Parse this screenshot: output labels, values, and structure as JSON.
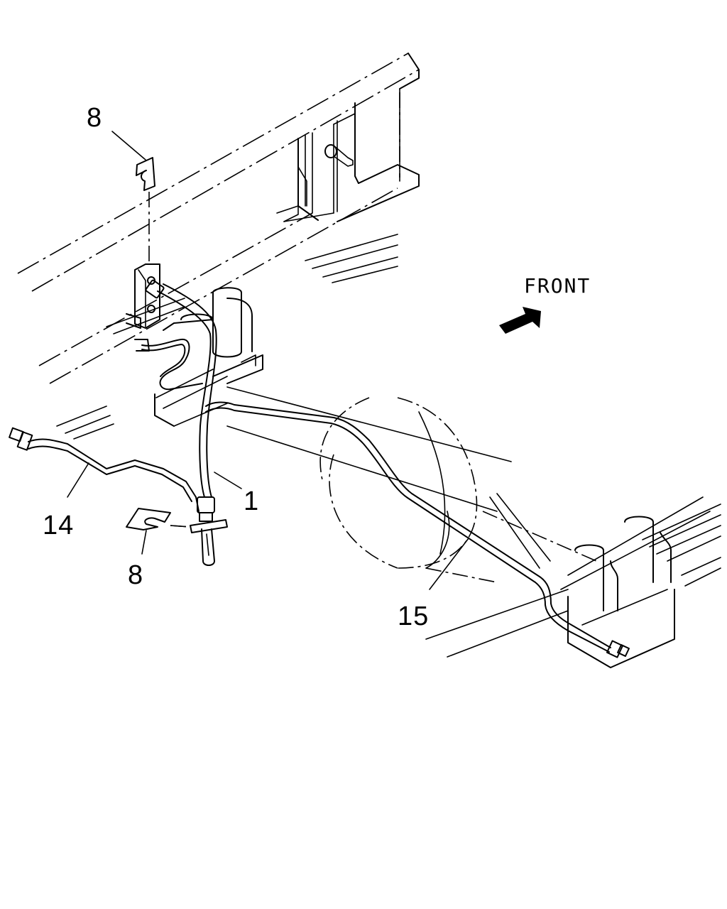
{
  "callouts": {
    "part_8_top": "8",
    "part_1": "1",
    "part_14": "14",
    "part_8_bottom": "8",
    "part_15": "15"
  },
  "direction": {
    "front_label": "FRONT",
    "arrow_icon": "front-arrow-icon"
  }
}
